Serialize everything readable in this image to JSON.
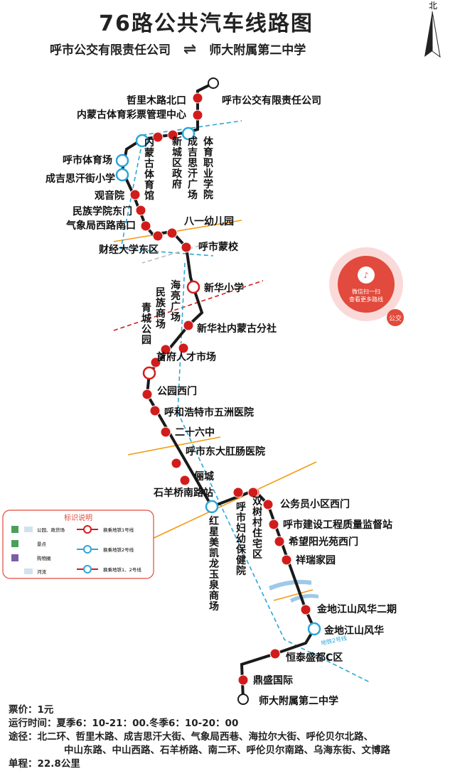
{
  "title": "76路公共汽车线路图",
  "terminal_a": "呼市公交有限责任公司",
  "terminal_b": "师大附属第二中学",
  "direction_symbol": "⇌",
  "north_label": "北",
  "stops": [
    "呼市公交有限责任公司",
    "哲里木路北口",
    "内蒙古体育彩票管理中心",
    "体育职业学院",
    "成吉思汗广场",
    "新城区政府",
    "内蒙古体育馆",
    "呼市体育场",
    "成吉思汗街小学",
    "观音院",
    "民族学院东门",
    "气象局西路南口",
    "财经大学东区",
    "八一幼儿园",
    "呼市蒙校",
    "新华小学",
    "新华社内蒙古分社",
    "海亮广场",
    "民族商场",
    "青城公园",
    "首府人才市场",
    "公园西门",
    "呼和浩特市五洲医院",
    "二十六中",
    "呼市东大肛肠医院",
    "俪城",
    "红星美凯龙玉泉商场",
    "石羊桥南路站",
    "呼市妇幼保健院",
    "双树村住宅区",
    "公务员小区西门",
    "呼市建设工程质量监督站",
    "希望阳光苑西门",
    "祥瑞家园",
    "金地江山风华二期",
    "金地江山风华",
    "恒泰盛都C区",
    "鼎盛国际",
    "师大附属第二中学"
  ],
  "legend": {
    "title": "标识说明",
    "items": [
      "公园、政货场",
      "景点",
      "购物圈",
      "河流",
      "换乘地铁1号线",
      "换乘地铁2号线",
      "换乘地铁1、2号线"
    ]
  },
  "metro_label": "地铁2号线",
  "qr": {
    "line1": "微信扫一扫",
    "line2": "查看更多路线",
    "brand": "公交"
  },
  "info": {
    "fare": "票价：1元",
    "hours": "运行时间：夏季6：10-21：00.冬季6：10-20：00",
    "via_1": "途径：北二环、哲里木路、成吉思汗大街、气象局西巷、海拉尔大街、呼伦贝尔北路、",
    "via_2": "中山东路、中山西路、石羊桥路、南二环、呼伦贝尔南路、乌海东街、文博路",
    "length": "单程：22.8公里"
  },
  "colors": {
    "route": "#1a1a1a",
    "stop": "#d21c1c",
    "metro1": "#d21c1c",
    "metro2": "#2aa7d8",
    "road": "#f39b12",
    "river": "#5b9bd5"
  }
}
